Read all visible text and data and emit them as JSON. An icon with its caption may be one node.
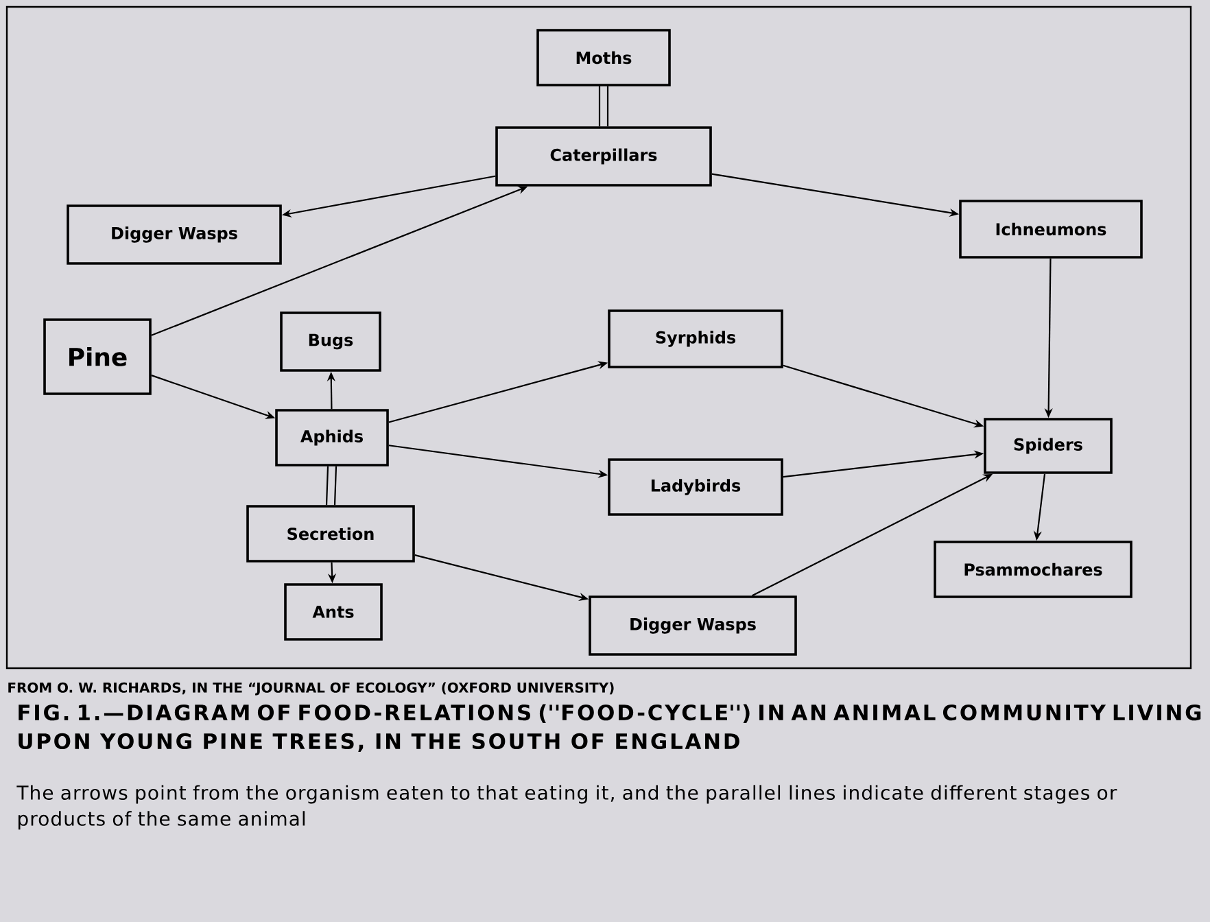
{
  "diagram": {
    "caption": "FIG. 1.—DIAGRAM OF FOOD-RELATIONS (''FOOD-CYCLE'') IN AN ANIMAL COMMUNITY LIVING UPON YOUNG PINE TREES, IN THE SOUTH OF ENGLAND",
    "nodes": [
      {
        "text": [
          "Moths"
        ]
      },
      {
        "text": [
          "Caterpillars"
        ]
      },
      {
        "text": [
          "Digger Wasps"
        ]
      },
      {
        "text": [
          "Ichneumons"
        ]
      },
      {
        "text": [
          "Pine"
        ]
      },
      {
        "text": [
          "Bugs"
        ]
      },
      {
        "text": [
          "Syrphids"
        ]
      },
      {
        "text": [
          "Aphids"
        ]
      },
      {
        "text": [
          "Spiders"
        ]
      },
      {
        "text": [
          "Ladybirds"
        ]
      },
      {
        "text": [
          "Secretion"
        ]
      },
      {
        "text": [
          "Psammochares"
        ]
      },
      {
        "text": [
          "Ants"
        ]
      },
      {
        "text": [
          "Digger Wasps"
        ]
      }
    ],
    "edges": [
      {
        "from": 0,
        "to": 1,
        "arrow": "none"
      },
      {
        "from": 1,
        "to": 2,
        "arrow": "to"
      },
      {
        "from": 4,
        "to": 1,
        "arrow": "to"
      },
      {
        "from": 1,
        "to": 3,
        "arrow": "to"
      },
      {
        "from": 3,
        "to": 8,
        "arrow": "to"
      },
      {
        "from": 4,
        "to": 7,
        "arrow": "to"
      },
      {
        "from": 7,
        "to": 5,
        "arrow": "to"
      },
      {
        "from": 7,
        "to": 6,
        "arrow": "to"
      },
      {
        "from": 7,
        "to": 9,
        "arrow": "to"
      },
      {
        "from": 7,
        "to": 10,
        "arrow": "none"
      },
      {
        "from": 10,
        "to": 12,
        "arrow": "to"
      },
      {
        "from": 10,
        "to": 13,
        "arrow": "to"
      },
      {
        "from": 6,
        "to": 8,
        "arrow": "to"
      },
      {
        "from": 9,
        "to": 8,
        "arrow": "to"
      },
      {
        "from": 13,
        "to": 8,
        "arrow": "to"
      },
      {
        "from": 8,
        "to": 11,
        "arrow": "to"
      }
    ],
    "labels": [
      "FROM O. W. RICHARDS, IN THE “JOURNAL OF ECOLOGY” (OXFORD UNIVERSITY)",
      "The arrows point from the organism eaten to that eating it, and the parallel lines indicate different stages or products of the same animal"
    ]
  }
}
